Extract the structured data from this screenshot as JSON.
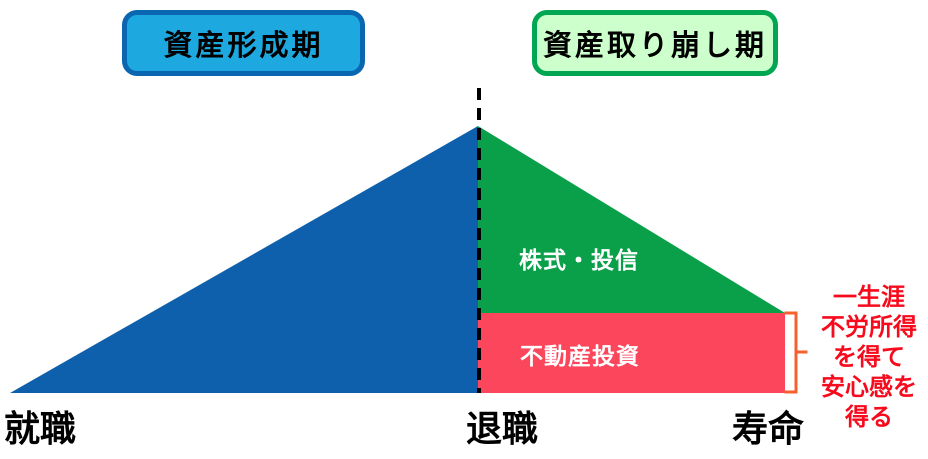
{
  "header": {
    "formation_label": "資産形成期",
    "drawdown_label": "資産取り崩し期"
  },
  "chart": {
    "type": "lifetime-asset-diagram",
    "segments": {
      "stocks_label": "株式・投信",
      "real_estate_label": "不動産投資"
    },
    "x_axis": {
      "start_label": "就職",
      "retirement_label": "退職",
      "lifespan_label": "寿命"
    }
  },
  "annotation": {
    "text": "一生涯\n不労所得\nを得て\n安心感を\n得る"
  },
  "colors": {
    "formation_box_fill": "#1EA8E0",
    "formation_box_border": "#0A66B1",
    "drawdown_box_fill": "#CCFFCC",
    "drawdown_box_border": "#00A651",
    "formation_triangle": "#0E60AC",
    "stocks_area": "#0AA04A",
    "real_estate_area": "#FB465B",
    "dashed_line": "#000000",
    "bracket": "#F4612F",
    "annotation_text": "#F70A1C"
  }
}
